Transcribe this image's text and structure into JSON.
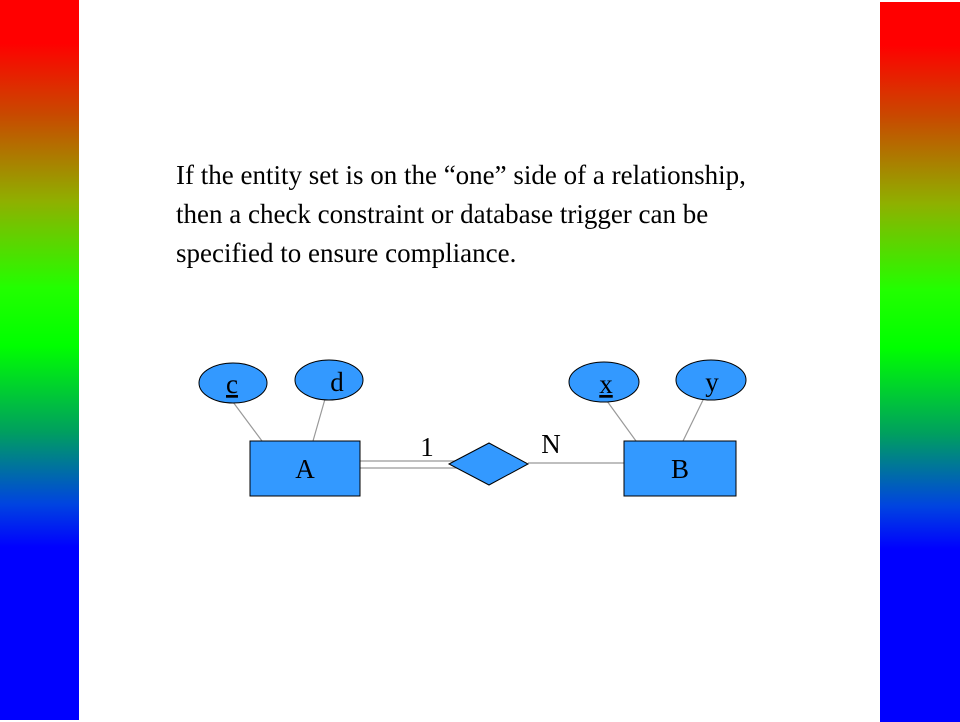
{
  "caption": {
    "lines": [
      "If the entity set is on the “one” side of a relationship,",
      "then a check constraint or database trigger can be",
      "specified to ensure compliance."
    ]
  },
  "diagram": {
    "entity_a": {
      "label": "A",
      "attributes": [
        "c",
        "d"
      ],
      "key_attribute": "c"
    },
    "entity_b": {
      "label": "B",
      "attributes": [
        "x",
        "y"
      ],
      "key_attribute": "x"
    },
    "relationship": {
      "cardinality_a": "1",
      "cardinality_b": "N"
    }
  },
  "colors": {
    "shape_fill": "#3399ff",
    "line": "#999999",
    "border": "#000000"
  }
}
